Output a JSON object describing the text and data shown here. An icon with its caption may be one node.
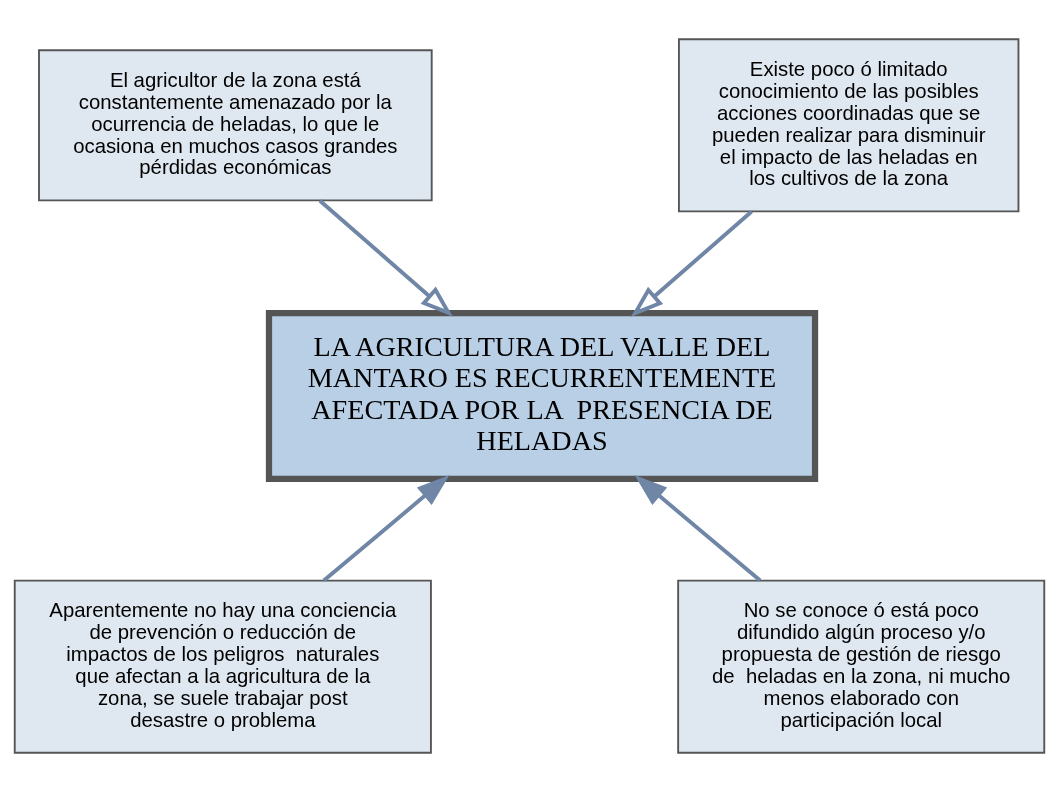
{
  "diagram": {
    "nodes": [
      {
        "text": [
          "El agricultor de la zona está constantemente amenazado por la ocurrencia de heladas, lo que le ocasiona en muchos casos grandes pérdidas económicas"
        ]
      },
      {
        "text": [
          "Existe poco ó limitado conocimiento de las posibles acciones coordinadas que se pueden realizar para disminuir el impacto de las heladas en los cultivos de la zona"
        ]
      },
      {
        "text": [
          "LA AGRICULTURA DEL VALLE DEL MANTARO ES RECURRENTEMENTE AFECTADA POR LA  PRESENCIA DE HELADAS"
        ]
      },
      {
        "text": [
          "Aparentemente no hay una conciencia de prevención o reducción de impactos de los peligros  naturales que afectan a la agricultura de la zona, se suele trabajar post desastre o problema"
        ]
      },
      {
        "text": [
          "No se conoce ó está poco difundido algún proceso y/o propuesta de gestión de riesgo de  heladas en la zona, ni mucho menos elaborado con participación local"
        ]
      }
    ],
    "edges": [
      {
        "from": 0,
        "to": 2,
        "arrow": "to"
      },
      {
        "from": 1,
        "to": 2,
        "arrow": "to"
      },
      {
        "from": 3,
        "to": 2,
        "arrow": "to"
      },
      {
        "from": 4,
        "to": 2,
        "arrow": "to"
      }
    ]
  }
}
